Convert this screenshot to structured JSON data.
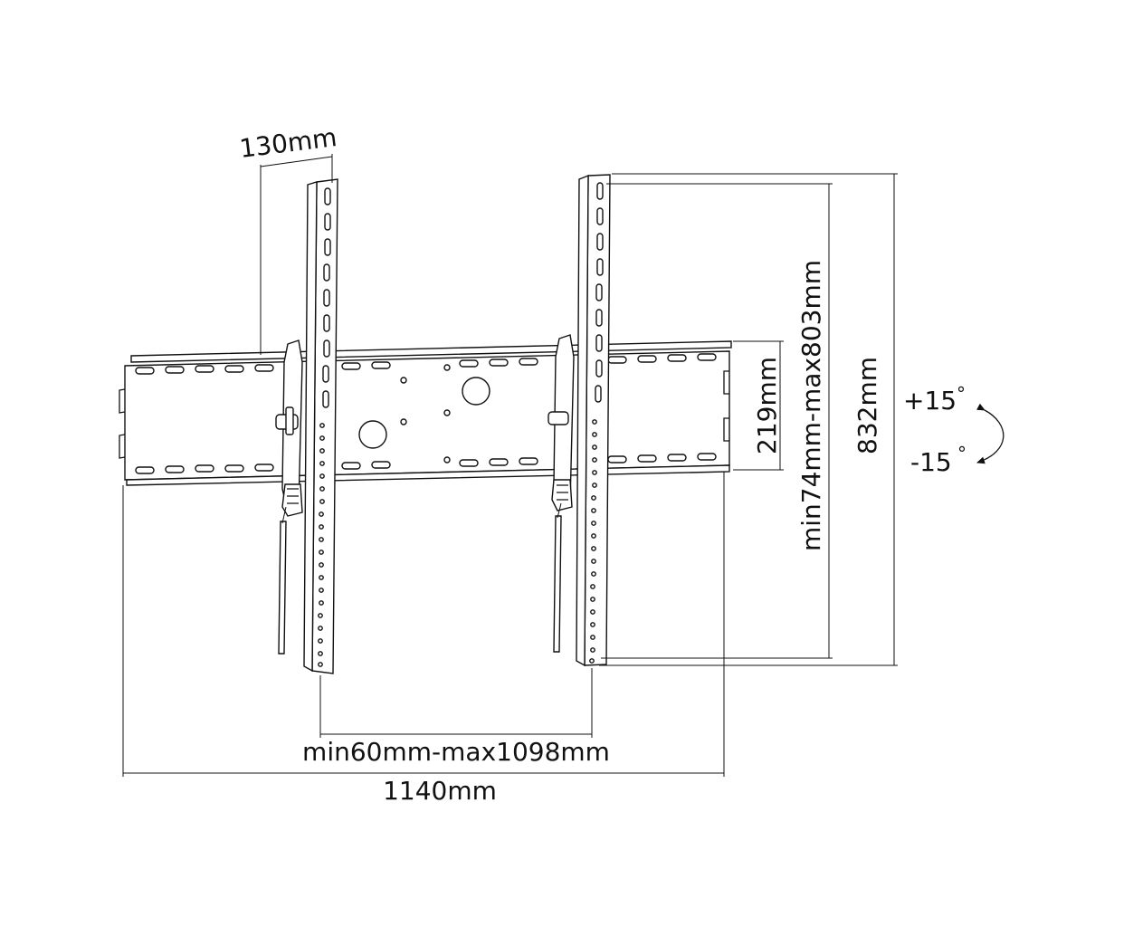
{
  "dimensions": {
    "depth": "130mm",
    "arm_spacing": "min60mm-max1098mm",
    "overall_width": "1140mm",
    "wall_plate_height": "219mm",
    "hole_range": "min74mm-max803mm",
    "overall_height": "832mm",
    "tilt_up": "+15",
    "tilt_down": "-15",
    "degree_symbol": "°"
  }
}
